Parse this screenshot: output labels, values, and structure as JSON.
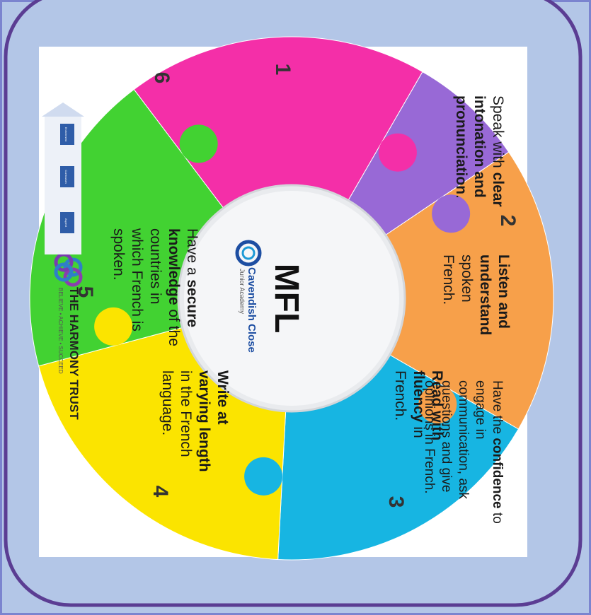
{
  "title": "MFL",
  "school": {
    "name": "Cavendish Close",
    "subtitle": "Junior Academy"
  },
  "segments": [
    {
      "number": "1",
      "color": "#f7a04a",
      "lines": [
        [
          {
            "t": "Speak with ",
            "b": false
          },
          {
            "t": "clear",
            "b": true
          }
        ],
        [
          {
            "t": "intonation and",
            "b": true
          }
        ],
        [
          {
            "t": "pronunciation",
            "b": true
          },
          {
            "t": ".",
            "b": false
          }
        ]
      ]
    },
    {
      "number": "2",
      "color": "#17b5e2",
      "lines": [
        [
          {
            "t": "Listen and",
            "b": true
          }
        ],
        [
          {
            "t": "understand",
            "b": true
          }
        ],
        [
          {
            "t": "spoken",
            "b": false
          }
        ],
        [
          {
            "t": "French.",
            "b": false
          }
        ]
      ]
    },
    {
      "number": "3",
      "color": "#fbe400",
      "lines": [
        [
          {
            "t": "Have the ",
            "b": false
          },
          {
            "t": "confidence",
            "b": true
          },
          {
            "t": " to",
            "b": false
          }
        ],
        [
          {
            "t": "engage in",
            "b": false
          }
        ],
        [
          {
            "t": "communication, ask",
            "b": false
          }
        ],
        [
          {
            "t": "questions and give",
            "b": false
          }
        ],
        [
          {
            "t": "opinions in French.",
            "b": false
          }
        ]
      ]
    },
    {
      "number": "4",
      "color": "#42d232",
      "lines": [
        [
          {
            "t": "Read with",
            "b": true
          }
        ],
        [
          {
            "t": "fluency",
            "b": true
          },
          {
            "t": " in",
            "b": false
          }
        ],
        [
          {
            "t": "French.",
            "b": false
          }
        ]
      ]
    },
    {
      "number": "5",
      "color": "#f42fa8",
      "lines": [
        [
          {
            "t": "Write at",
            "b": true
          }
        ],
        [
          {
            "t": "varying length",
            "b": true
          }
        ],
        [
          {
            "t": "in the French",
            "b": false
          }
        ],
        [
          {
            "t": "language.",
            "b": false
          }
        ]
      ]
    },
    {
      "number": "6",
      "color": "#9869d6",
      "lines": [
        [
          {
            "t": "Have a ",
            "b": false
          },
          {
            "t": "secure",
            "b": true
          }
        ],
        [
          {
            "t": "knowledge",
            "b": true
          },
          {
            "t": " of the",
            "b": false
          }
        ],
        [
          {
            "t": "countries in",
            "b": false
          }
        ],
        [
          {
            "t": "which French is",
            "b": false
          }
        ],
        [
          {
            "t": "spoken.",
            "b": false
          }
        ]
      ]
    }
  ],
  "trust": {
    "name": "THE HARMONY TRUST",
    "tagline": "BELIEVE  •  ACHIEVE  •  SUCCEED"
  },
  "steps": [
    "Aspect",
    "Curriculum",
    "Enrichment"
  ],
  "colors": {
    "frame": "#5b3d93",
    "panel": "#b3c6e7",
    "background": "#7b84cf"
  }
}
